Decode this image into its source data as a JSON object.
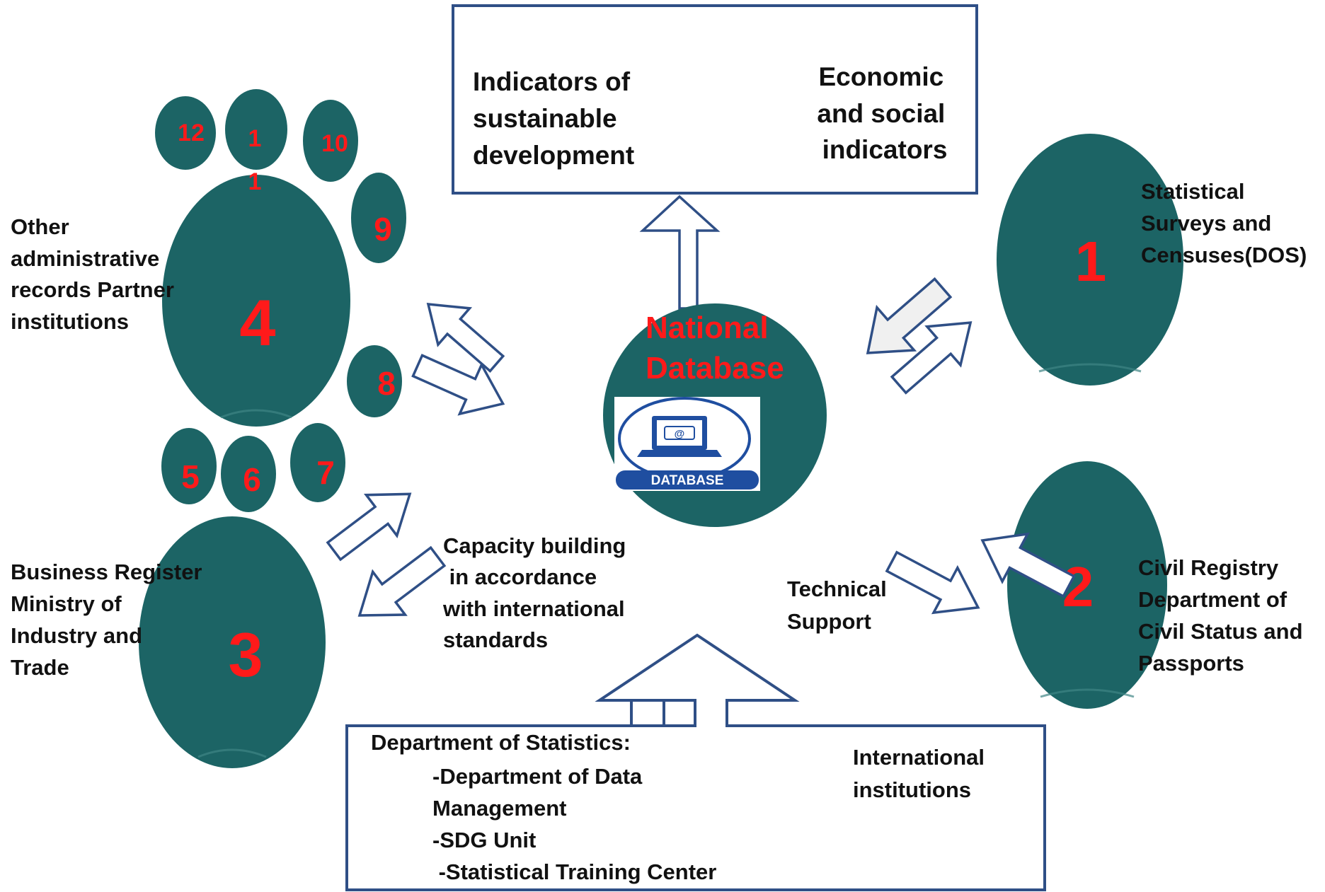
{
  "colors": {
    "node_fill": "#1c6465",
    "number_red": "#ff1a1a",
    "outline_blue": "#2f4f86",
    "db_blue": "#1f4ea0"
  },
  "top_box": {
    "left_text": [
      "Indicators of",
      "sustainable",
      "development"
    ],
    "right_text": [
      "Economic",
      "and social",
      "indicators"
    ]
  },
  "center": {
    "title": [
      "National",
      "Database"
    ],
    "icon": "laptop-at-icon",
    "badge": "DATABASE"
  },
  "nodes": {
    "node1": {
      "number": "1",
      "label": [
        "Statistical",
        "Surveys and",
        "Censuses(DOS)"
      ]
    },
    "node2": {
      "number": "2",
      "label": [
        "Civil Registry",
        "Department of",
        "Civil Status and",
        "Passports"
      ]
    },
    "node3": {
      "number": "3",
      "label": [
        "Business Register",
        "Ministry of",
        "Industry and",
        "Trade"
      ]
    },
    "node4": {
      "number": "4",
      "label": [
        "Other",
        "administrative",
        "records Partner",
        "institutions"
      ]
    }
  },
  "small_nodes": {
    "n5": "5",
    "n6": "6",
    "n7": "7",
    "n8": "8",
    "n9": "9",
    "n10": "10",
    "n11a": "1",
    "n11b": "1",
    "n12": "12"
  },
  "capacity_text": [
    "Capacity building",
    " in accordance",
    "with international",
    "standards"
  ],
  "technical_text": [
    "Technical",
    "Support"
  ],
  "bottom_box": {
    "left_text": [
      "Department of Statistics:",
      "-Department of Data",
      "Management",
      "-SDG Unit",
      " -Statistical Training Center"
    ],
    "right_text": [
      "International",
      "institutions"
    ]
  }
}
